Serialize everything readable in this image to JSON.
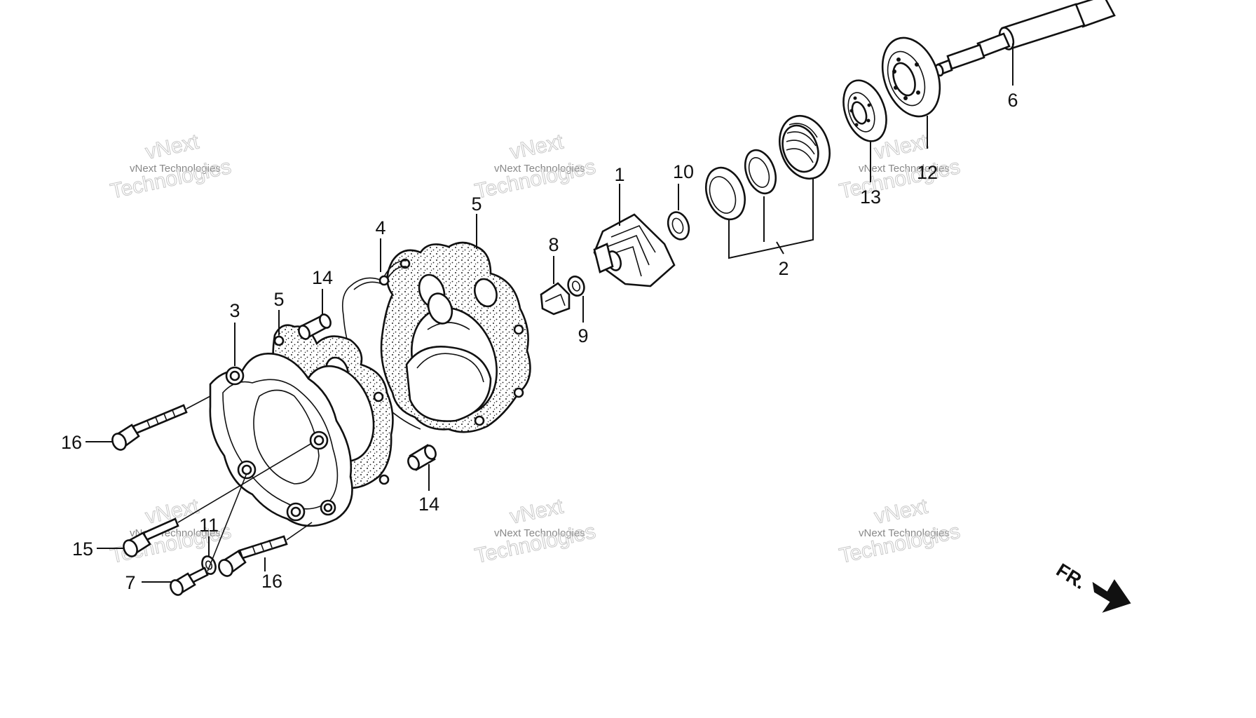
{
  "watermark": {
    "company": "vNext Technologies",
    "brand_top": "vNext",
    "brand_bottom": "Technologies"
  },
  "callouts": [
    {
      "id": "1",
      "text": "1"
    },
    {
      "id": "2",
      "text": "2"
    },
    {
      "id": "3",
      "text": "3"
    },
    {
      "id": "4",
      "text": "4"
    },
    {
      "id": "5a",
      "text": "5"
    },
    {
      "id": "5b",
      "text": "5"
    },
    {
      "id": "6",
      "text": "6"
    },
    {
      "id": "7",
      "text": "7"
    },
    {
      "id": "8",
      "text": "8"
    },
    {
      "id": "9",
      "text": "9"
    },
    {
      "id": "10",
      "text": "10"
    },
    {
      "id": "11",
      "text": "11"
    },
    {
      "id": "12",
      "text": "12"
    },
    {
      "id": "13",
      "text": "13"
    },
    {
      "id": "14a",
      "text": "14"
    },
    {
      "id": "14b",
      "text": "14"
    },
    {
      "id": "15",
      "text": "15"
    },
    {
      "id": "16a",
      "text": "16"
    },
    {
      "id": "16b",
      "text": "16"
    }
  ],
  "direction_marker": {
    "text": "FR.",
    "icon": "front-direction-arrow-icon"
  },
  "colors": {
    "ink": "#111111",
    "background": "#ffffff",
    "watermark": "#b0b0b0"
  }
}
